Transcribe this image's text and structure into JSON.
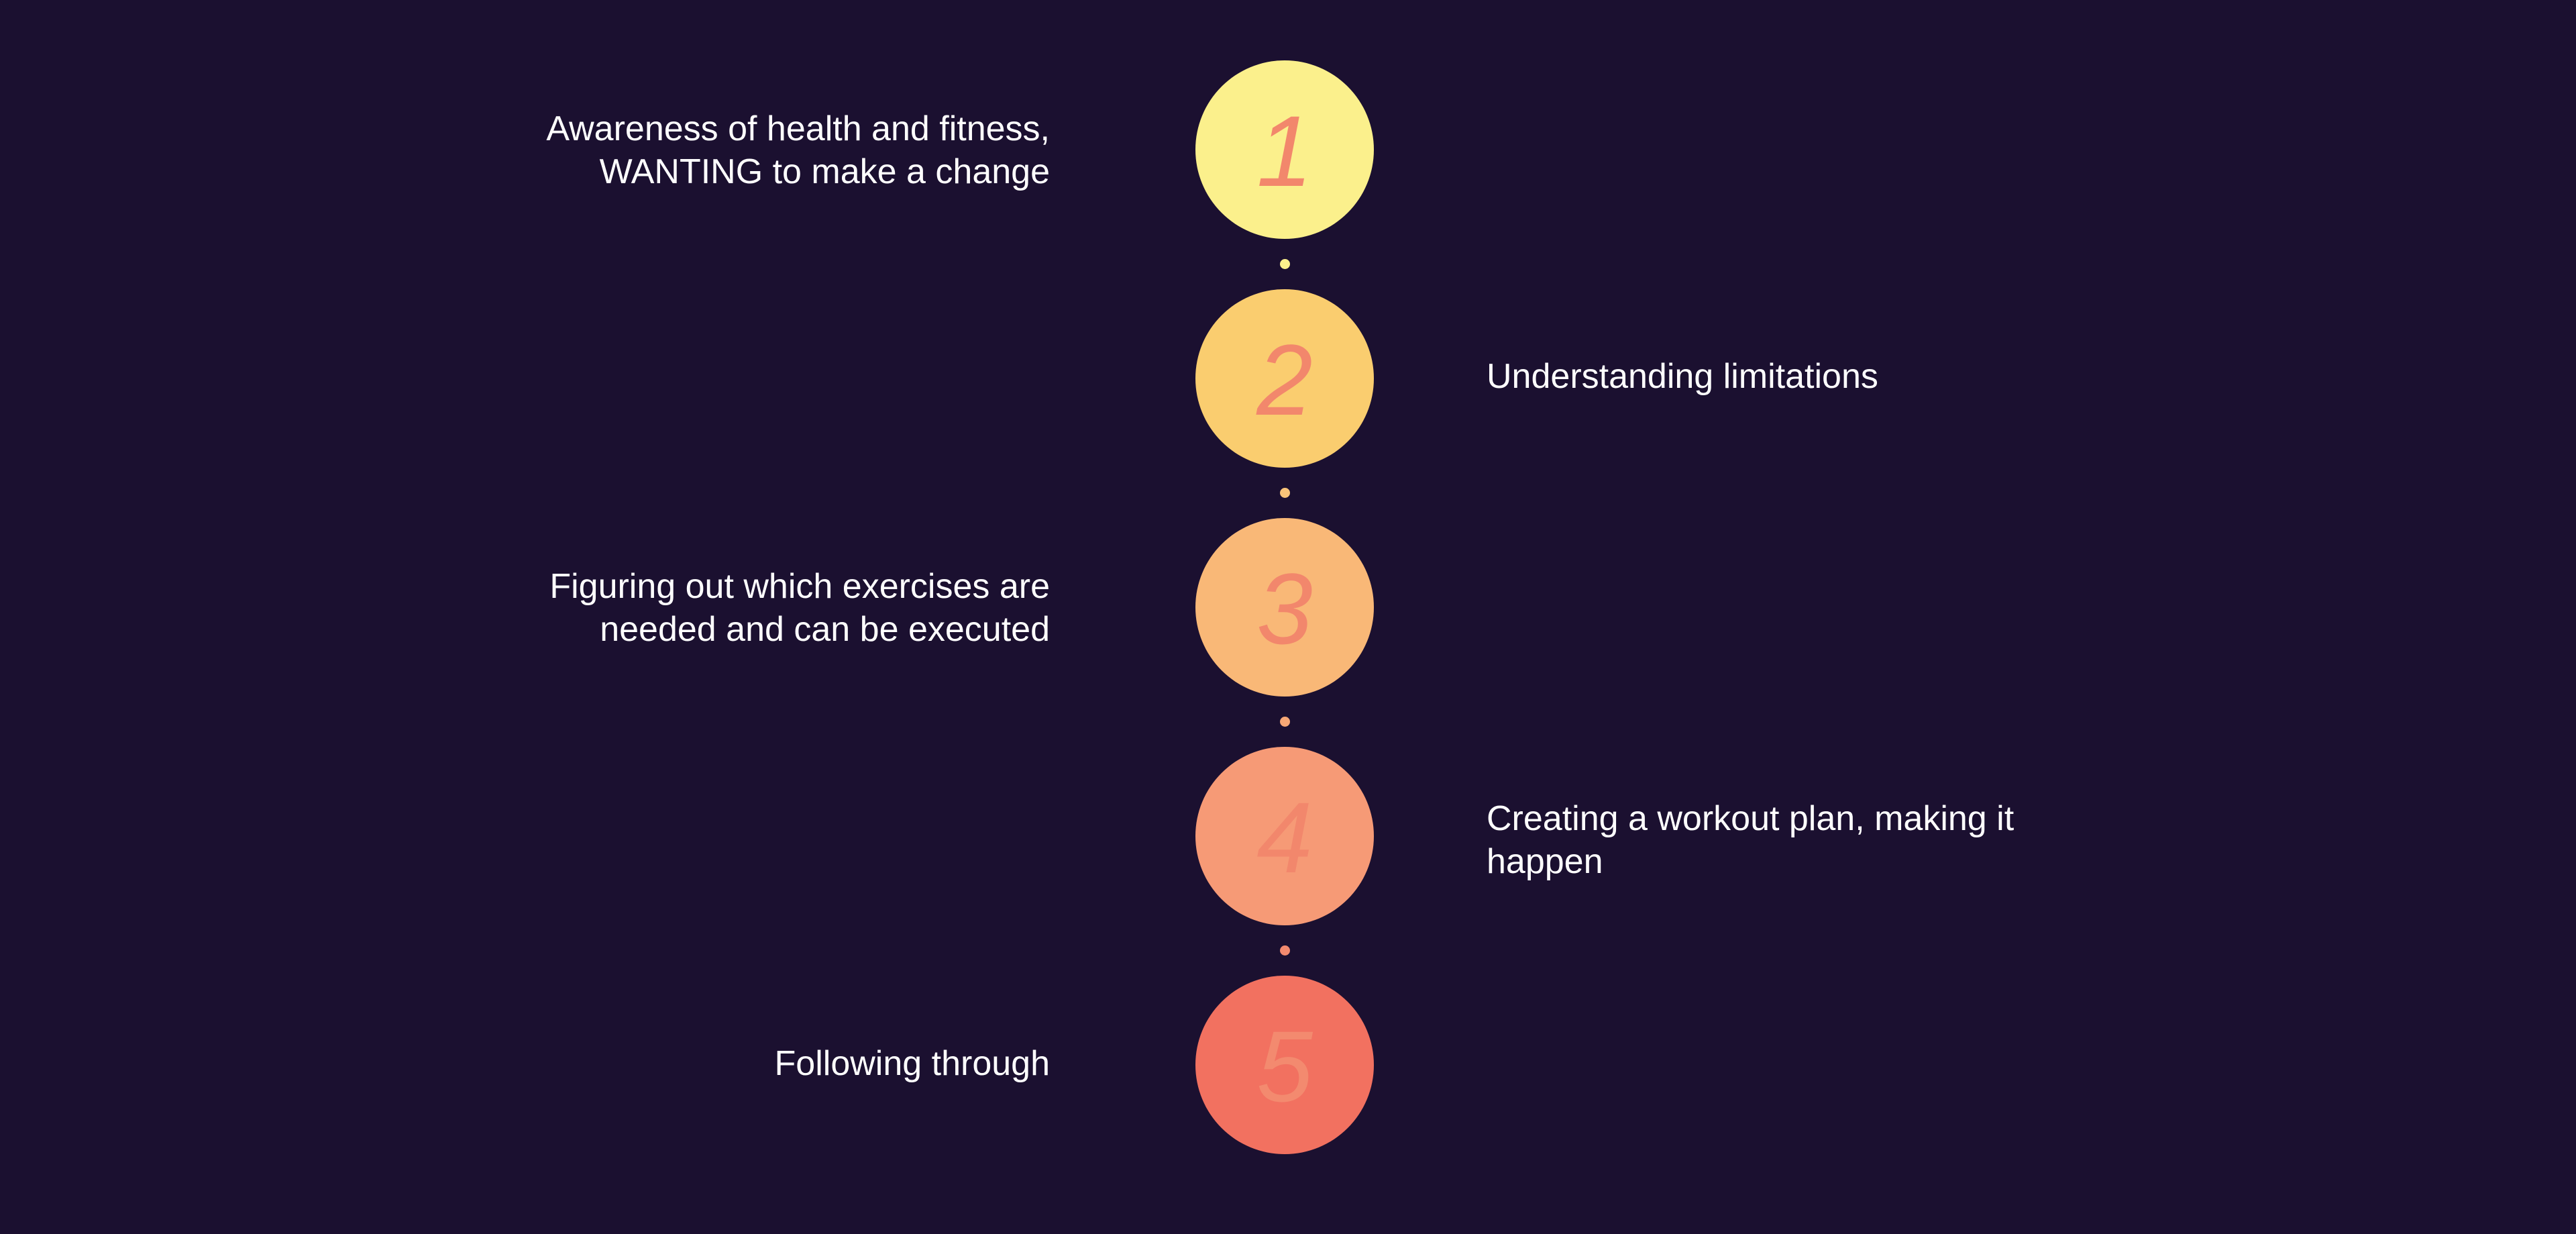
{
  "steps": [
    {
      "number": "1",
      "text": "Awareness of health and fitness, WANTING to make a change",
      "side": "left",
      "color": "#fbf08c",
      "number_color": "#f2876c"
    },
    {
      "number": "2",
      "text": "Understanding limitations",
      "side": "right",
      "color": "#facd6f",
      "number_color": "#f2876c"
    },
    {
      "number": "3",
      "text": "Figuring out which exercises are needed and can be executed",
      "side": "left",
      "color": "#f9b877",
      "number_color": "#f2876c"
    },
    {
      "number": "4",
      "text": "Creating a workout plan, making it happen",
      "side": "right",
      "color": "#f69a76",
      "number_color": "#f2876c"
    },
    {
      "number": "5",
      "text": "Following through",
      "side": "left",
      "color": "#f27160",
      "number_color": "#f38a6f"
    }
  ],
  "connectors": [
    {
      "color": "#fbf08c"
    },
    {
      "color": "#f9c479"
    },
    {
      "color": "#f7a776"
    },
    {
      "color": "#f38a6f"
    }
  ],
  "background": "#1b1030"
}
